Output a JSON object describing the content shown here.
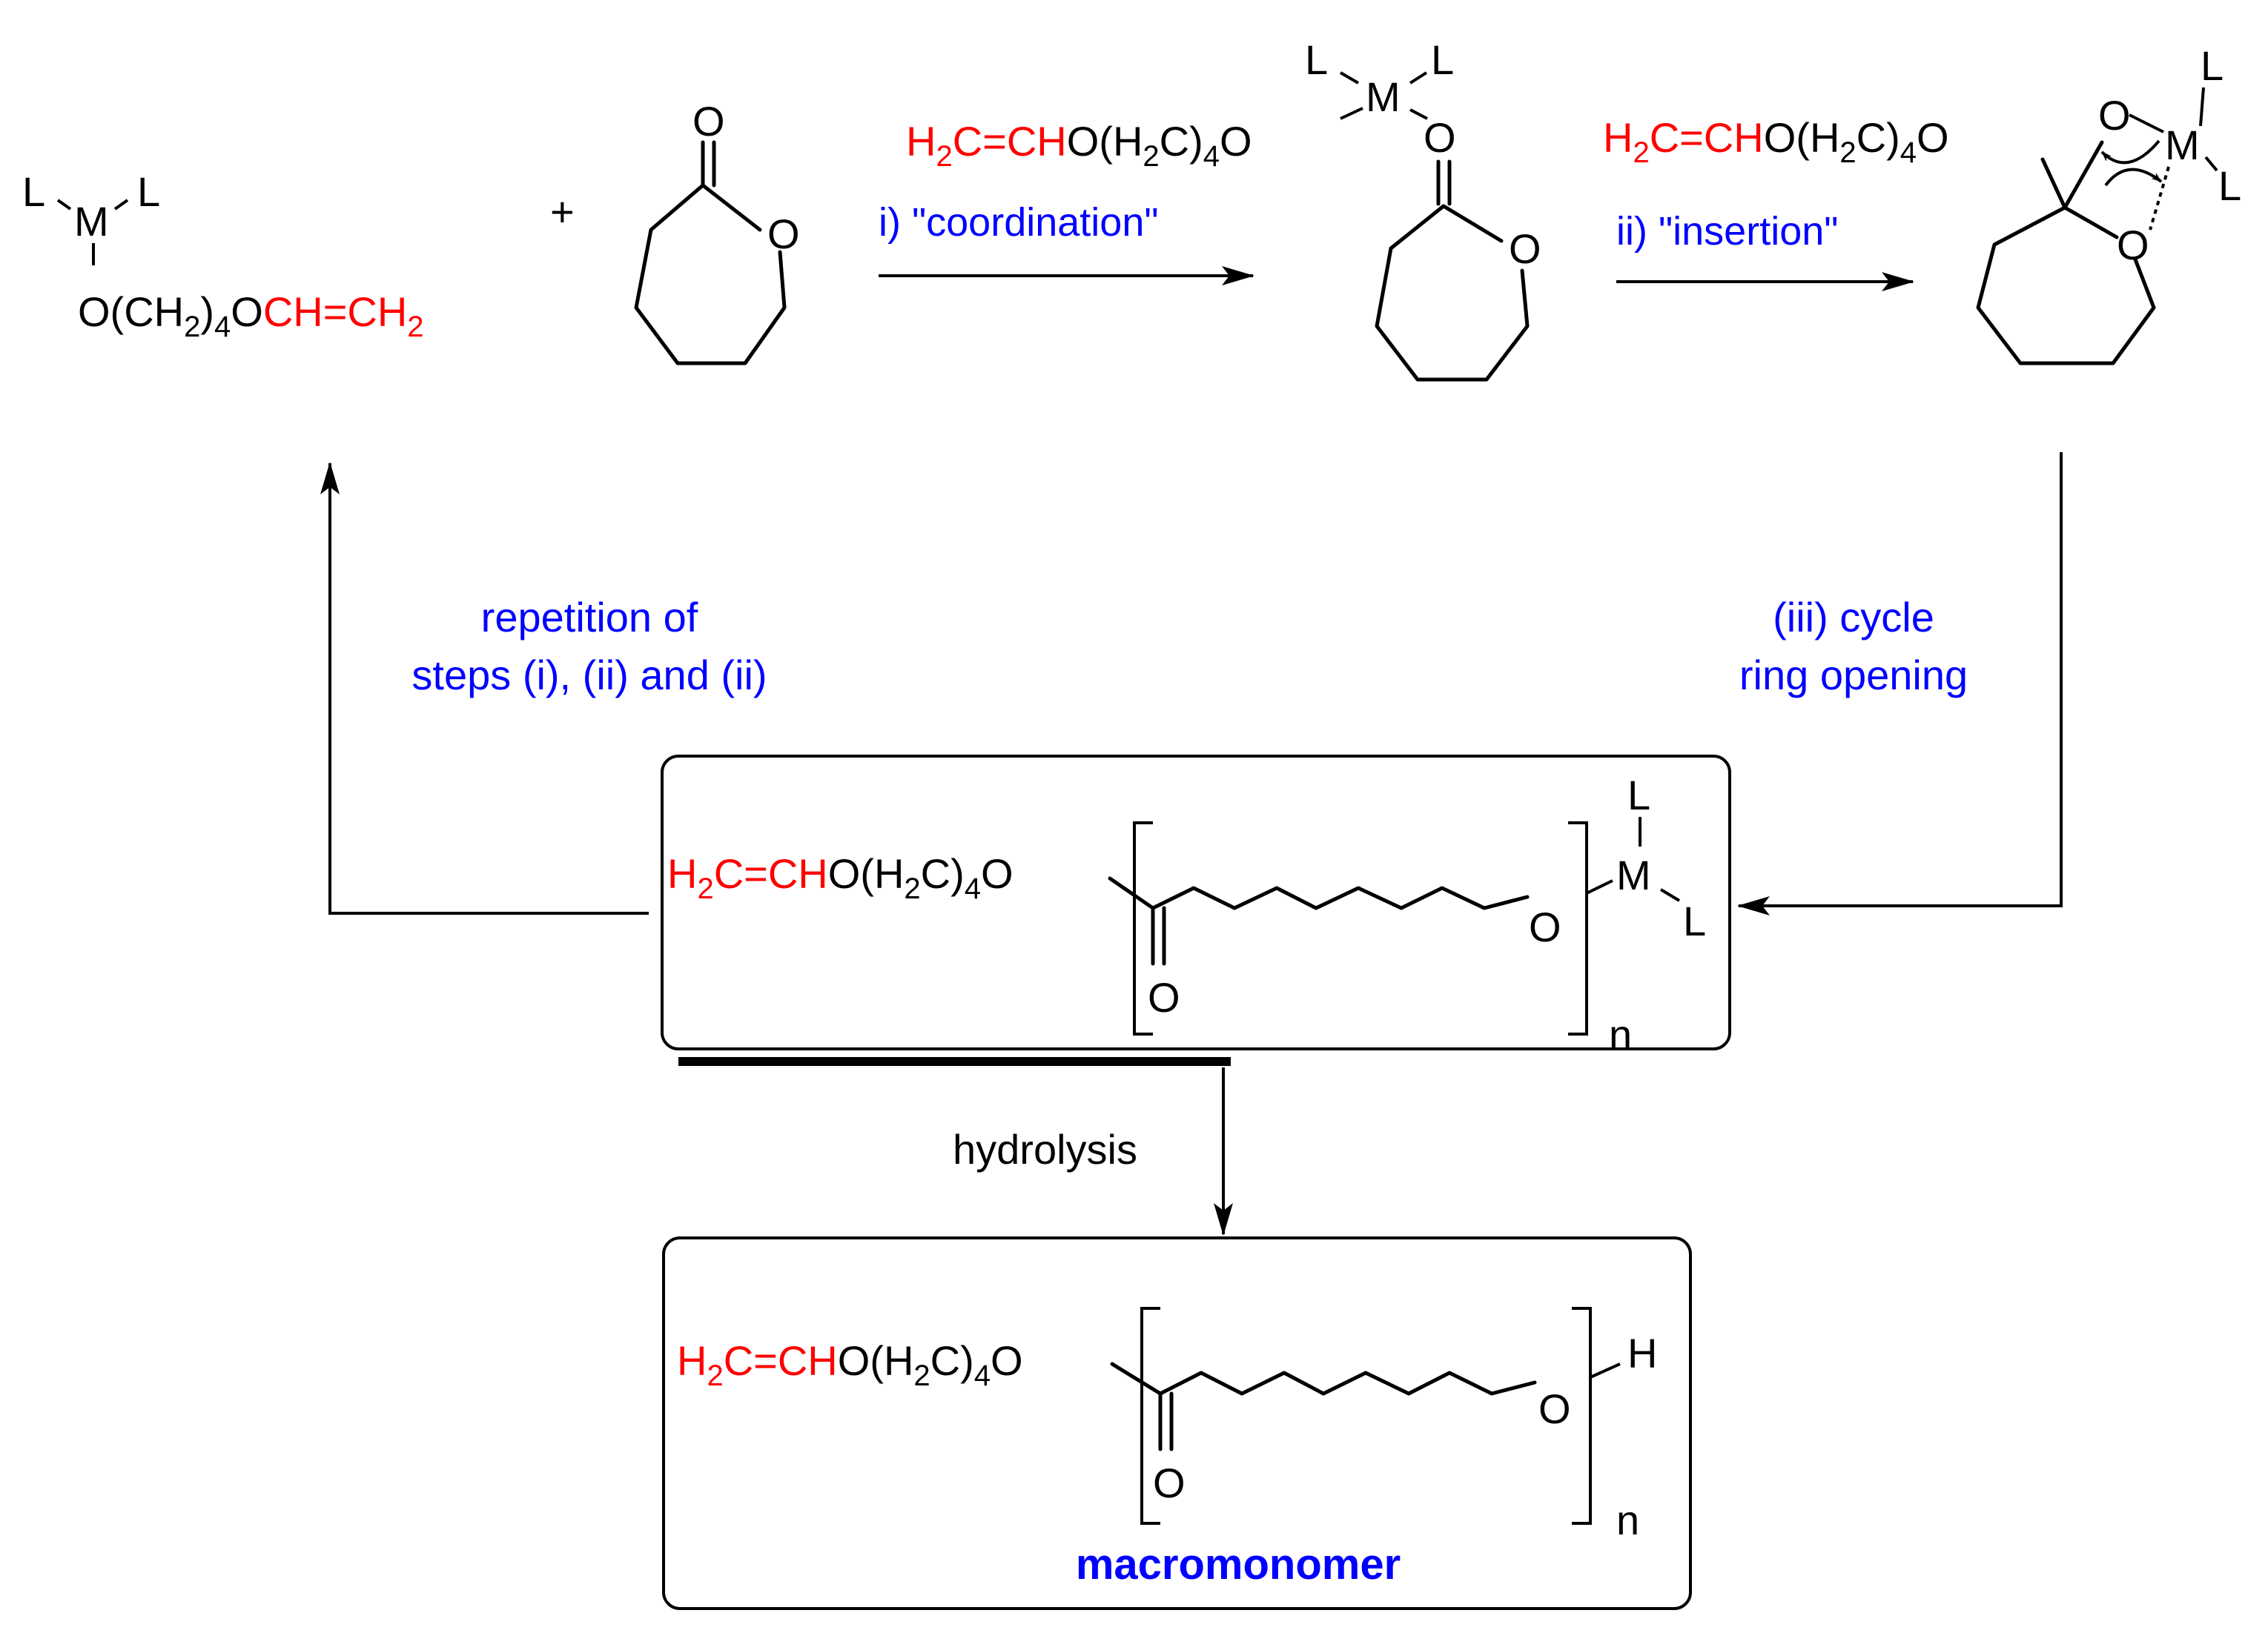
{
  "colors": {
    "vinyl": "#ff0000",
    "annotation": "#0000ff",
    "structure": "#000000"
  },
  "initiator": {
    "ligand_left": "L",
    "ligand_right": "L",
    "metal": "M",
    "chain_prefix": "O(CH",
    "sub_2": "2",
    "chain_mid": ")",
    "sub_4": "4",
    "chain_O": "O",
    "vinyl": "CH=CH",
    "vinyl_sub": "2"
  },
  "plus_sign": "+",
  "caprolactone": {
    "carbonyl_O": "O",
    "ring_O": "O"
  },
  "step1": {
    "label": "i) \"coordination\"",
    "vinyl": "H",
    "vinyl_sub": "2",
    "vinyl_rest": "C=CH",
    "chain": "O(H",
    "chain_sub2": "2",
    "chain_close": "C)",
    "chain_sub4": "4",
    "chain_O": "O",
    "metal": "M",
    "ligand_left": "L",
    "ligand_right": "L",
    "coord_O": "O",
    "ring_O": "O"
  },
  "step2": {
    "label": "ii) \"insertion\"",
    "vinyl": "H",
    "vinyl_sub": "2",
    "vinyl_rest": "C=CH",
    "chain": "O(H",
    "chain_sub2": "2",
    "chain_close": "C)",
    "chain_sub4": "4",
    "chain_O": "O",
    "metal": "M",
    "ligand_top": "L",
    "ligand_bottom": "L",
    "O_top": "O",
    "O_ring": "O"
  },
  "step3": {
    "line1": "(iii) cycle",
    "line2": "ring opening"
  },
  "repeat_note": {
    "line1": "repetition of",
    "line2": "steps (i), (ii) and (ii)"
  },
  "intermediate": {
    "vinyl": "H",
    "vinyl_sub": "2",
    "vinyl_rest": "C=CH",
    "chain": "O(H",
    "chain_sub2": "2",
    "chain_close": "C)",
    "chain_sub4": "4",
    "chain_O": "O",
    "carbonyl_O": "O",
    "end_O": "O",
    "metal": "M",
    "ligand_top": "L",
    "ligand_right": "L",
    "repeat_n": "n"
  },
  "hydrolysis_label": "hydrolysis",
  "product": {
    "vinyl": "H",
    "vinyl_sub": "2",
    "vinyl_rest": "C=CH",
    "chain": "O(H",
    "chain_sub2": "2",
    "chain_close": "C)",
    "chain_sub4": "4",
    "chain_O": "O",
    "carbonyl_O": "O",
    "end_O": "O",
    "end_H": "H",
    "repeat_n": "n",
    "name": "macromonomer"
  }
}
